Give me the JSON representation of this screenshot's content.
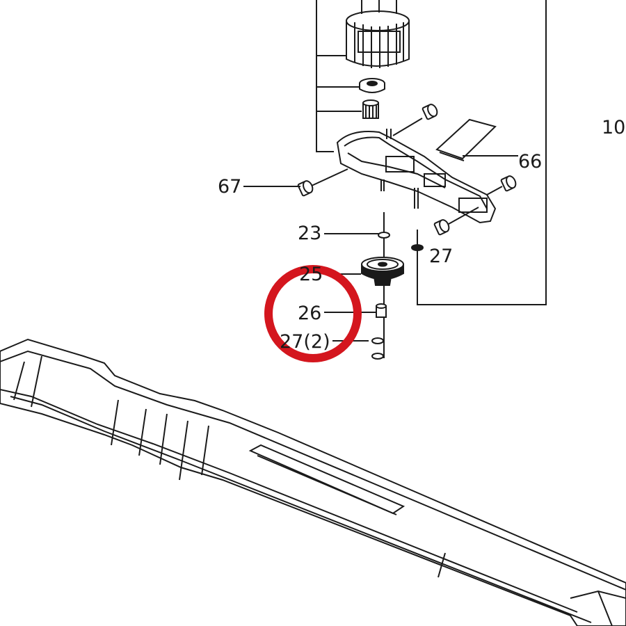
{
  "diagram": {
    "callouts": {
      "c66": "66",
      "c67": "67",
      "c23": "23",
      "c27a": "27",
      "c25": "25",
      "c26": "26",
      "c27b": "27(2)",
      "c10": "10"
    },
    "colors": {
      "line": "#1a1a1a",
      "highlight_circle": "#d4161e"
    },
    "highlighted_part": "26"
  }
}
